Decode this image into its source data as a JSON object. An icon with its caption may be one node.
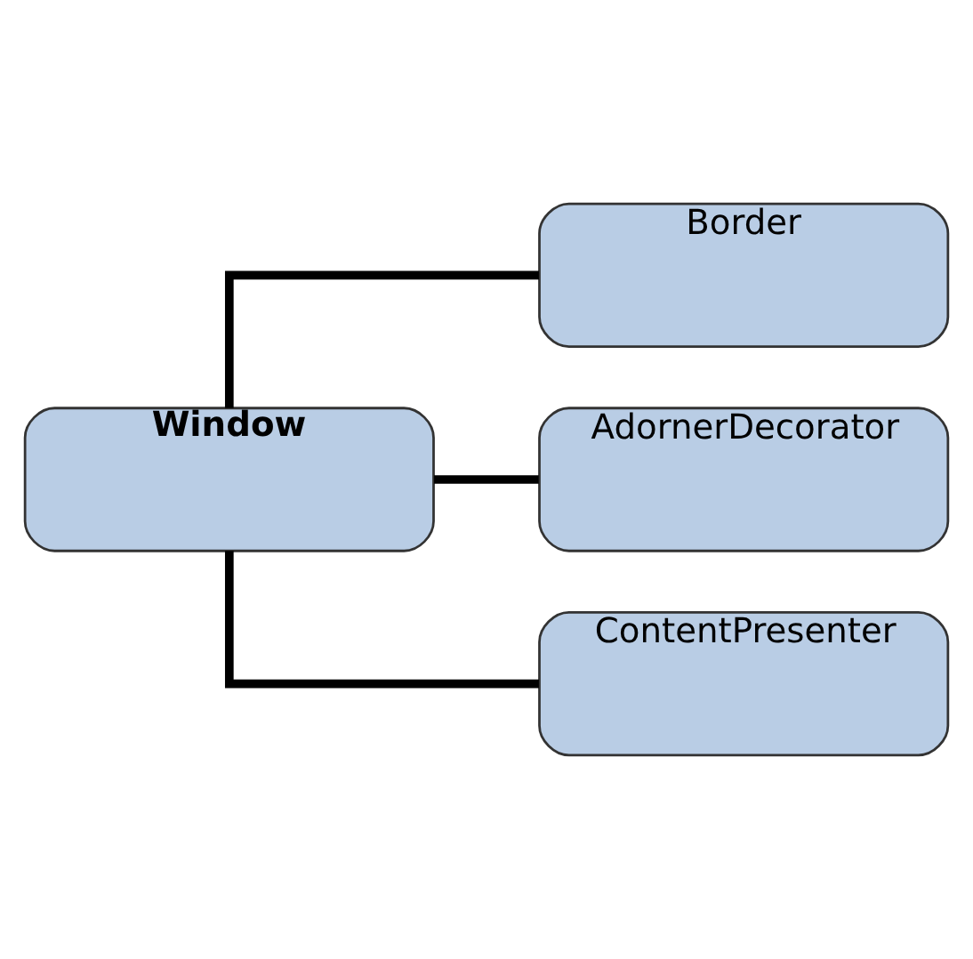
{
  "diagram": {
    "nodes": [
      {
        "text": [
          "Window"
        ]
      },
      {
        "text": [
          "Border"
        ]
      },
      {
        "text": [
          "AdornerDecorator"
        ]
      },
      {
        "text": [
          "ContentPresenter"
        ]
      }
    ],
    "edges": [
      {
        "from": 0,
        "to": 1,
        "arrow": "none"
      },
      {
        "from": 0,
        "to": 2,
        "arrow": "none"
      },
      {
        "from": 0,
        "to": 3,
        "arrow": "none"
      }
    ]
  }
}
